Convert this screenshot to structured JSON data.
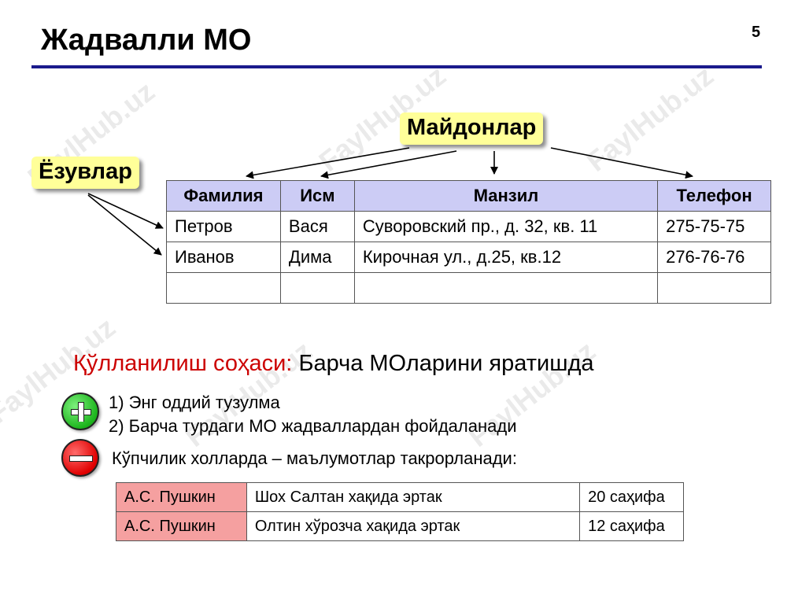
{
  "slide": {
    "title": "Жадвалли МО",
    "page_number": "5"
  },
  "watermark": {
    "text": "FaylHub.uz"
  },
  "callouts": {
    "fields": "Майдонлар",
    "records": "Ёзувлар"
  },
  "main_table": {
    "headers": [
      "Фамилия",
      "Исм",
      "Манзил",
      "Телефон"
    ],
    "rows": [
      [
        "Петров",
        "Вася",
        "Суворовский пр., д. 32, кв. 11",
        "275-75-75"
      ],
      [
        "Иванов",
        "Дима",
        "Кирочная ул., д.25, кв.12",
        "276-76-76"
      ],
      [
        "",
        "",
        "",
        ""
      ]
    ]
  },
  "usage": {
    "label": "Қўлланилиш соҳаси:",
    "value": "Барча МОларини яратишда"
  },
  "pros": [
    "1)  Энг оддий тузулма",
    "2)  Барча турдаги МО жадваллардан фойдаланади"
  ],
  "cons": "Кўпчилик холларда – маълумотлар такрорланади:",
  "dup_table": {
    "rows": [
      [
        "А.С. Пушкин",
        "Шох Салтан хақида эртак",
        "20 саҳифа"
      ],
      [
        "А.С. Пушкин",
        "Олтин хўрозча хақида эртак",
        "12 саҳифа"
      ]
    ]
  },
  "colors": {
    "title_rule": "#1a1a8c",
    "callout_bg": "#ffff99",
    "header_bg": "#ccccf5",
    "highlight": "#f5a0a0",
    "usage_label": "#cc0000"
  }
}
